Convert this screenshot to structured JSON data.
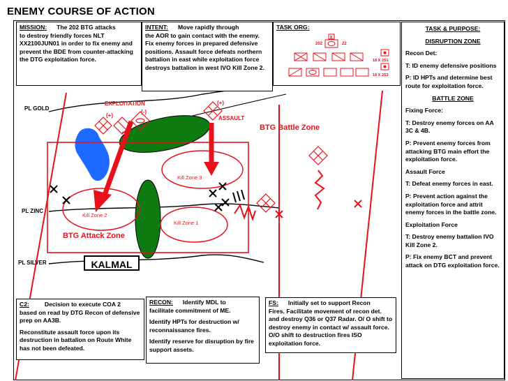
{
  "title": "ENEMY COURSE OF ACTION",
  "mission": {
    "header": "MISSION:",
    "line1": "The 202 BTG attacks",
    "rest": "to destroy friendly forces NLT XX2100JUN01 in order to fix enemy and prevent the BDE from counter-attacking the  DTG exploitation force."
  },
  "intent": {
    "header": "INTENT:",
    "line1": "Move rapidly through",
    "rest": "the AOR to gain contact with the enemy.  Fix enemy forces in prepared defensive positions.  Assault force defeats northern battalion in east while exploitation force destroys battalion in west IVO Kill Zone 2."
  },
  "task_org": {
    "header": "TASK ORG:",
    "unit_202": "202",
    "unit_22": "22",
    "unit_x": "X",
    "zsu_1": "18 X 2S1",
    "zsu_2": "18 X 2S3"
  },
  "task_purpose": {
    "header": "TASK & PURPOSE:",
    "disruption_title": "DISRUPTION ZONE",
    "recon_det": "Recon Det:",
    "recon_t": "T:  ID enemy defensive positions",
    "recon_p": "P:  ID HPTs and determine best route for exploitation force.",
    "battle_title": "BATTLE ZONE",
    "fixing": "Fixing Force:",
    "fixing_t": "T:  Destroy enemy forces on AA 3C & 4B.",
    "fixing_p": "P:  Prevent enemy forces from attacking BTG main effort the exploitation force.",
    "assault": "Assault Force",
    "assault_t": "T:  Defeat enemy forces in east.",
    "assault_p": "P:  Prevent action against the exploitation force and attrit enemy forces in the battle zone.",
    "exploit": "Exploitation Force",
    "exploit_t": "T:  Destroy enemy battalion IVO Kill Zone 2.",
    "exploit_p": "P:  Fix enemy BCT and prevent attack on DTG exploitation force."
  },
  "map": {
    "pl_gold": "PL GOLD",
    "pl_zinc": "PL ZINC",
    "pl_silver": "PL SILVER",
    "exploitation": "EXPLOITATION",
    "assault": "ASSAULT",
    "plus_1": "(+)",
    "plus_2": "(+)",
    "minus": "(-)",
    "btg_battle_zone": "BTG Battle Zone",
    "btg_attack_zone": "BTG Attack Zone",
    "kill_zone_1": "Kill Zone 1",
    "kill_zone_2": "Kill Zone 2",
    "kill_zone_3": "Kill Zone 3",
    "kalmal": "KALMAL",
    "obstacle_xx": "XX",
    "obstacle_xxx": "XXX",
    "obstacle_x": "X",
    "obstacle_ll": "ll"
  },
  "c2": {
    "header": "C2:",
    "line1": "Decision to execute COA 2",
    "rest": "based on read by DTG Recon of defensive prep on AA3B.",
    "p2": "Reconstitute assault force upon its destruction in battalion on Route White has not been defeated."
  },
  "recon": {
    "header": "RECON:",
    "line1": "Identify MDL to",
    "rest": "facilitate commitment of ME.",
    "p2": "Identify HPTs for destruction w/ reconnaissance fires.",
    "p3": "Identify reserve for disruption by fire support assets."
  },
  "fs": {
    "header": "FS:",
    "line1": "Initially set to support Recon",
    "rest": "Fires.  Facilitate movement of recon det. and destroy Q36 or Q37 Radar. O/ O shift to destroy enemy in contact w/ assault force.  O/O shift to destruction fires ISO exploitation force."
  },
  "colors": {
    "red": "#e8111b",
    "green": "#0d7a12",
    "blue": "#1e69ff"
  }
}
